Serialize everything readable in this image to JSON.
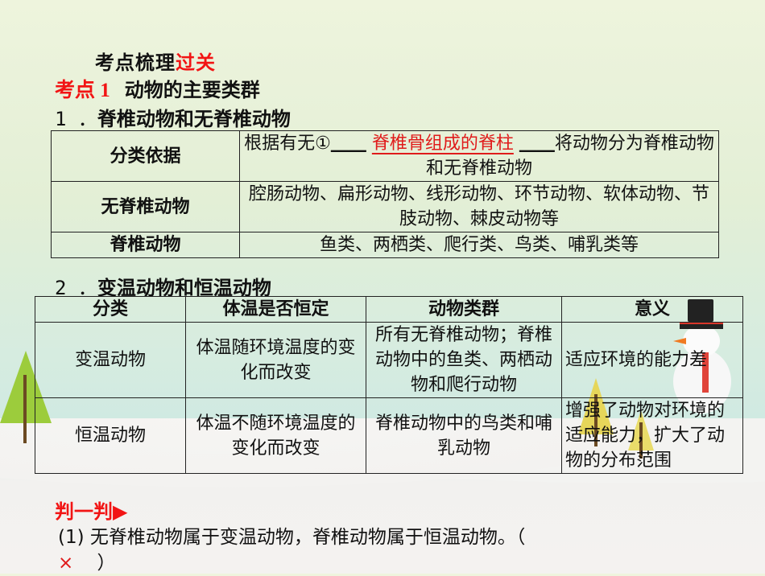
{
  "header": {
    "title_prefix": "考点梳理",
    "title_suffix": "过关",
    "topic_label": "考点 1",
    "topic_title": "动物的主要类群"
  },
  "section1": {
    "number": "1 ．",
    "heading": "脊椎动物和无脊椎动物",
    "rows": [
      {
        "label": "分类依据",
        "text_before": "根据有无①",
        "blank_left": "＿＿",
        "answer": "脊椎骨组成的脊柱",
        "blank_right": "＿＿",
        "text_after": "将动物分为脊椎动物和无脊椎动物"
      },
      {
        "label": "无脊椎动物",
        "value": "腔肠动物、扁形动物、线形动物、环节动物、软体动物、节肢动物、棘皮动物等"
      },
      {
        "label": "脊椎动物",
        "value": "鱼类、两栖类、爬行类、鸟类、哺乳类等"
      }
    ]
  },
  "section2": {
    "number": "2 ．",
    "heading": "变温动物和恒温动物",
    "columns": [
      "分类",
      "体温是否恒定",
      "动物类群",
      "意义"
    ],
    "rows": [
      [
        "变温动物",
        "体温随环境温度的变化而改变",
        "所有无脊椎动物；脊椎动物中的鱼类、两栖动物和爬行动物",
        "适应环境的能力差"
      ],
      [
        "恒温动物",
        "体温不随环境温度的变化而改变",
        "脊椎动物中的鸟类和哺乳动物",
        "增强了动物对环境的适应能力，扩大了动物的分布范围"
      ]
    ]
  },
  "judge": {
    "heading": "判一判▶",
    "items": [
      {
        "index": "(1)",
        "statement": "无脊椎动物属于变温动物，脊椎动物属于恒温动物。",
        "open": "（",
        "answer": "×",
        "close": "）"
      }
    ]
  },
  "colors": {
    "accent_red": "#f21414",
    "text": "#111111",
    "background_top": "#eef4dd",
    "background_bottom": "#f4f2f0"
  },
  "decorations": [
    "snow-ground",
    "green-tree",
    "yellow-tree",
    "snowman"
  ]
}
